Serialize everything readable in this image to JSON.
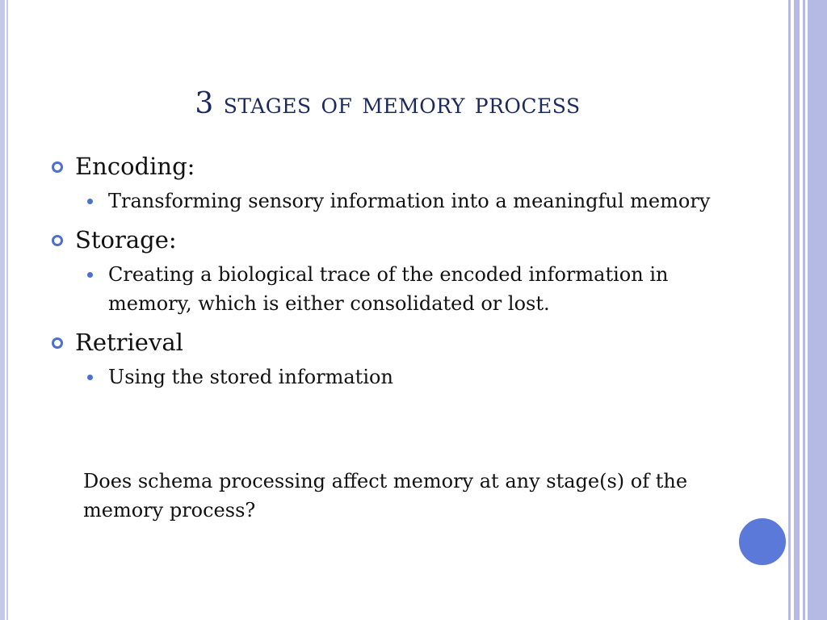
{
  "slide": {
    "title": "3 stages of memory process",
    "items": [
      {
        "heading": "Encoding:",
        "sub": "Transforming sensory information into a meaningful memory"
      },
      {
        "heading": "Storage:",
        "sub": "Creating a biological trace of the encoded information in memory, which is either consolidated or lost."
      },
      {
        "heading": "Retrieval",
        "sub": "Using the stored information"
      }
    ],
    "question": "Does schema processing affect memory at any stage(s) of the memory process?"
  },
  "colors": {
    "title": "#1b2a5e",
    "bullet": "#4e6fd0",
    "stripe": "#b4bae3",
    "circle": "#5b79d8"
  },
  "icons": {
    "level1_bullet": "ring-bullet-icon",
    "level2_bullet": "dot-bullet-icon",
    "decoration": "circle-decoration"
  }
}
